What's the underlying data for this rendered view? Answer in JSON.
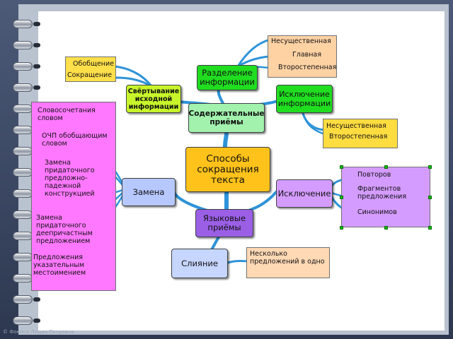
{
  "central": [
    "Способы",
    "сокращения",
    "текста"
  ],
  "content_methods": [
    "Содержательные",
    "приёмы"
  ],
  "language_methods": [
    "Языковые",
    "приёмы"
  ],
  "separation": [
    "Разделение",
    "информации"
  ],
  "folding": [
    "Свёртывание",
    "исходной",
    "информации"
  ],
  "exclusion_info": [
    "Исключение",
    "информации"
  ],
  "replacement": "Замена",
  "exclusion": "Исключение",
  "merging": "Слияние",
  "separation_list": [
    "Несущественная",
    "Главная",
    "Второстепенная"
  ],
  "folding_list": [
    "Обобщение",
    "Сокращение"
  ],
  "exclusion_info_list": [
    "Несущественная",
    "Второстепенная"
  ],
  "replacement_list": [
    [
      "Словосочетания",
      "словом"
    ],
    [
      "ОЧП обобщающим",
      "словом"
    ],
    [
      "Замена",
      "придаточного",
      "предложно-",
      "падежной",
      "конструкцией"
    ],
    [
      "Замена",
      "придаточного",
      "деепричастным",
      "предложением"
    ],
    [
      "Предложения",
      "указательным",
      "местоимением"
    ]
  ],
  "exclusion_list": [
    [
      "Повторов"
    ],
    [
      "Фрагментов",
      "предложения"
    ],
    [
      "Синонимов"
    ]
  ],
  "merging_list": [
    "Несколько",
    "предложений в одно"
  ],
  "watermark": "© Фокина Лидия Петровна"
}
